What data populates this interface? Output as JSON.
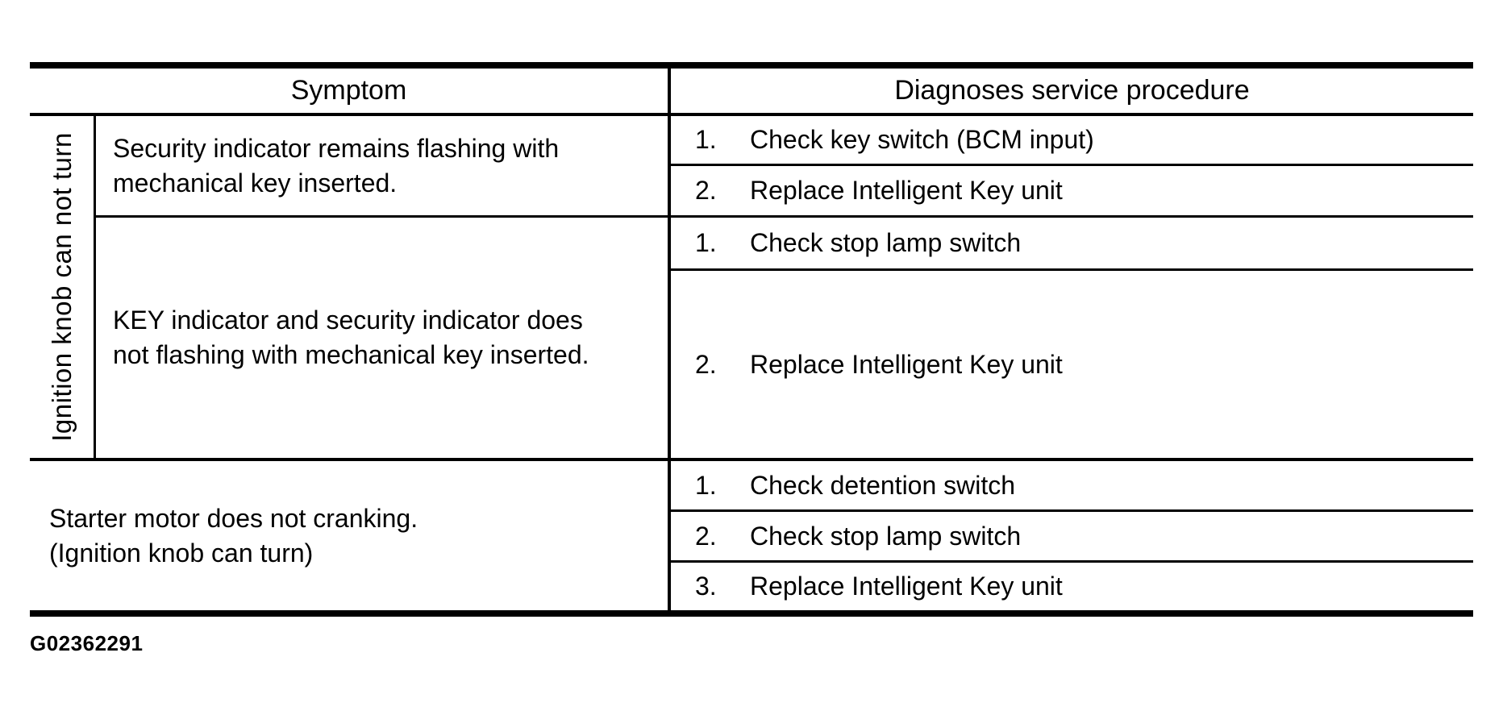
{
  "table": {
    "header": {
      "symptom": "Symptom",
      "procedure": "Diagnoses service procedure"
    },
    "groups": [
      {
        "category": "Ignition knob can not turn",
        "rows": [
          {
            "symptom_lines": [
              "Security indicator remains flashing with",
              "mechanical key inserted."
            ],
            "procedures": [
              {
                "num": "1.",
                "text": "Check key switch (BCM input)"
              },
              {
                "num": "2.",
                "text": "Replace Intelligent Key unit"
              }
            ]
          },
          {
            "symptom_lines": [
              "KEY indicator and security indicator does",
              "not flashing with mechanical key inserted."
            ],
            "procedures": [
              {
                "num": "1.",
                "text": "Check stop lamp switch"
              },
              {
                "num": "2.",
                "text": "Replace Intelligent Key unit"
              }
            ]
          }
        ]
      },
      {
        "symptom_lines": [
          "Starter motor does not cranking.",
          "(Ignition knob can turn)"
        ],
        "procedures": [
          {
            "num": "1.",
            "text": "Check detention switch"
          },
          {
            "num": "2.",
            "text": "Check stop lamp switch"
          },
          {
            "num": "3.",
            "text": "Replace Intelligent Key unit"
          }
        ]
      }
    ]
  },
  "footer": {
    "figure_id": "G02362291"
  },
  "colors": {
    "ink": "#000000",
    "paper": "#ffffff"
  }
}
